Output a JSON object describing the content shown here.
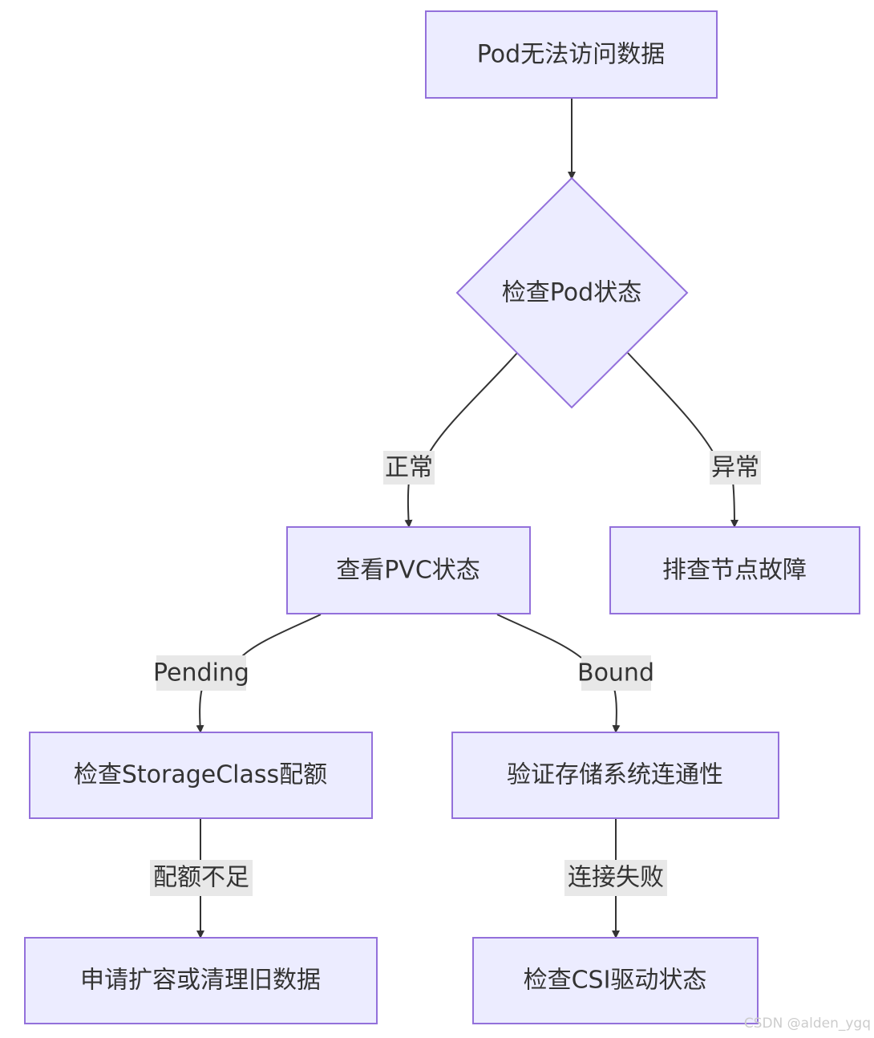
{
  "nodes": {
    "pod_unreachable": "Pod无法访问数据",
    "check_pod": "检查Pod状态",
    "check_pvc": "查看PVC状态",
    "node_fault": "排查节点故障",
    "check_storageclass": "检查StorageClass配额",
    "verify_connectivity": "验证存储系统连通性",
    "expand_or_clean": "申请扩容或清理旧数据",
    "check_csi": "检查CSI驱动状态"
  },
  "edge_labels": {
    "normal": "正常",
    "abnormal": "异常",
    "pending": "Pending",
    "bound": "Bound",
    "quota_insufficient": "配额不足",
    "connection_failed": "连接失败"
  },
  "watermark": "CSDN @alden_ygq",
  "colors": {
    "node_fill": "#ececff",
    "node_stroke": "#9370db",
    "edge": "#333333",
    "label_bg": "#e8e8e8"
  }
}
